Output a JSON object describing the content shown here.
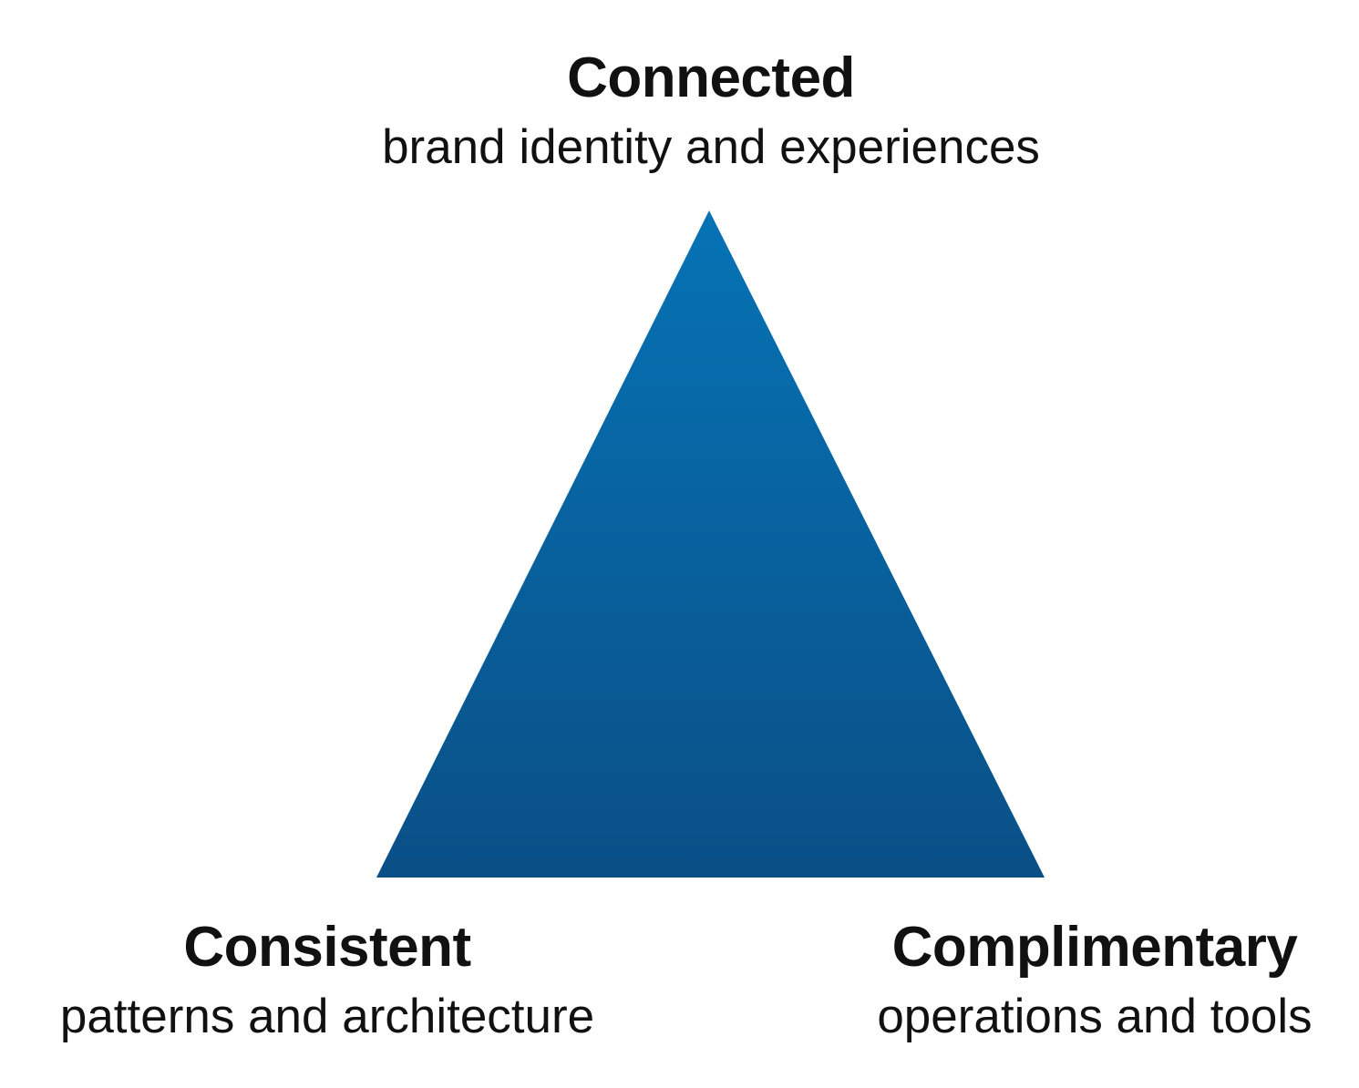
{
  "diagram": {
    "top": {
      "title": "Connected",
      "subtitle": "brand identity and experiences"
    },
    "bottom_left": {
      "title": "Consistent",
      "subtitle": "patterns and architecture"
    },
    "bottom_right": {
      "title": "Complimentary",
      "subtitle": "operations and tools"
    },
    "triangle": {
      "color_top": "#0673b5",
      "color_bottom": "#0a4f86"
    }
  }
}
